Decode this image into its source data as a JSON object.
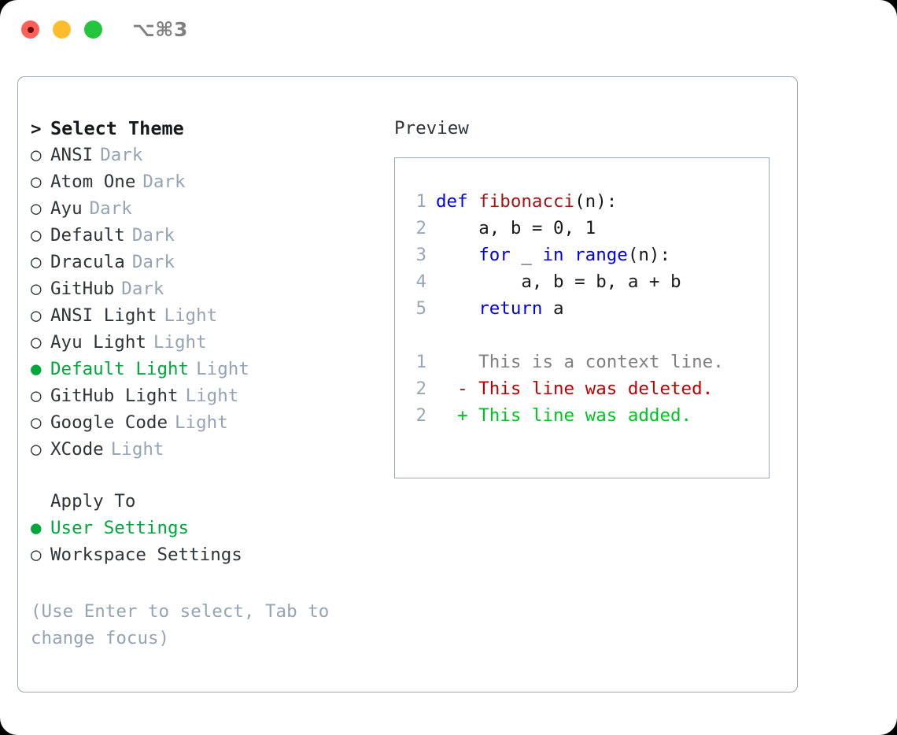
{
  "titlebar": {
    "shortcut": "⌥⌘3",
    "dots": [
      {
        "name": "close",
        "color": "#ff6159"
      },
      {
        "name": "minimize",
        "color": "#ffbd2e"
      },
      {
        "name": "maximize",
        "color": "#24c53c"
      }
    ]
  },
  "theme_picker": {
    "header_marker": ">",
    "header": "Select Theme",
    "items": [
      {
        "marker": "○",
        "label": "ANSI",
        "suffix": "Dark",
        "selected": false
      },
      {
        "marker": "○",
        "label": "Atom One",
        "suffix": "Dark",
        "selected": false
      },
      {
        "marker": "○",
        "label": "Ayu",
        "suffix": "Dark",
        "selected": false
      },
      {
        "marker": "○",
        "label": "Default",
        "suffix": "Dark",
        "selected": false
      },
      {
        "marker": "○",
        "label": "Dracula",
        "suffix": "Dark",
        "selected": false
      },
      {
        "marker": "○",
        "label": "GitHub",
        "suffix": "Dark",
        "selected": false
      },
      {
        "marker": "○",
        "label": "ANSI Light",
        "suffix": "Light",
        "selected": false
      },
      {
        "marker": "○",
        "label": "Ayu Light",
        "suffix": "Light",
        "selected": false
      },
      {
        "marker": "●",
        "label": "Default Light",
        "suffix": "Light",
        "selected": true
      },
      {
        "marker": "○",
        "label": "GitHub Light",
        "suffix": "Light",
        "selected": false
      },
      {
        "marker": "○",
        "label": "Google Code",
        "suffix": "Light",
        "selected": false
      },
      {
        "marker": "○",
        "label": "XCode",
        "suffix": "Light",
        "selected": false
      }
    ]
  },
  "apply_to": {
    "header": "Apply To",
    "options": [
      {
        "marker": "●",
        "label": "User Settings",
        "selected": true
      },
      {
        "marker": "○",
        "label": "Workspace Settings",
        "selected": false
      }
    ]
  },
  "hint": "(Use Enter to select, Tab to change focus)",
  "preview": {
    "title": "Preview",
    "code_lines": [
      {
        "no": "1",
        "indent": "",
        "tokens": [
          {
            "t": "def ",
            "c": "kw"
          },
          {
            "t": "fibonacci",
            "c": "fn"
          },
          {
            "t": "(n):",
            "c": "pl"
          }
        ]
      },
      {
        "no": "2",
        "indent": "    ",
        "tokens": [
          {
            "t": "a, b = 0, 1",
            "c": "pl"
          }
        ]
      },
      {
        "no": "3",
        "indent": "    ",
        "tokens": [
          {
            "t": "for ",
            "c": "kw"
          },
          {
            "t": "_ ",
            "c": "pl"
          },
          {
            "t": "in ",
            "c": "kw"
          },
          {
            "t": "range",
            "c": "kw"
          },
          {
            "t": "(n):",
            "c": "pl"
          }
        ]
      },
      {
        "no": "4",
        "indent": "        ",
        "tokens": [
          {
            "t": "a, b = b, a + b",
            "c": "pl"
          }
        ]
      },
      {
        "no": "5",
        "indent": "    ",
        "tokens": [
          {
            "t": "return ",
            "c": "kw"
          },
          {
            "t": "a",
            "c": "pl"
          }
        ]
      }
    ],
    "diff_lines": [
      {
        "no": "1",
        "sign": " ",
        "text": "This is a context line.",
        "kind": "ctx"
      },
      {
        "no": "2",
        "sign": "-",
        "text": "This line was deleted.",
        "kind": "del"
      },
      {
        "no": "2",
        "sign": "+",
        "text": "This line was added.",
        "kind": "add"
      }
    ]
  },
  "colors": {
    "accent_green": "#00a83c",
    "muted": "#95a4b4",
    "border": "#9aa7b5",
    "keyword": "#0000ee",
    "function": "#a31515",
    "diff_add": "#00c421",
    "diff_del": "#c00000"
  }
}
